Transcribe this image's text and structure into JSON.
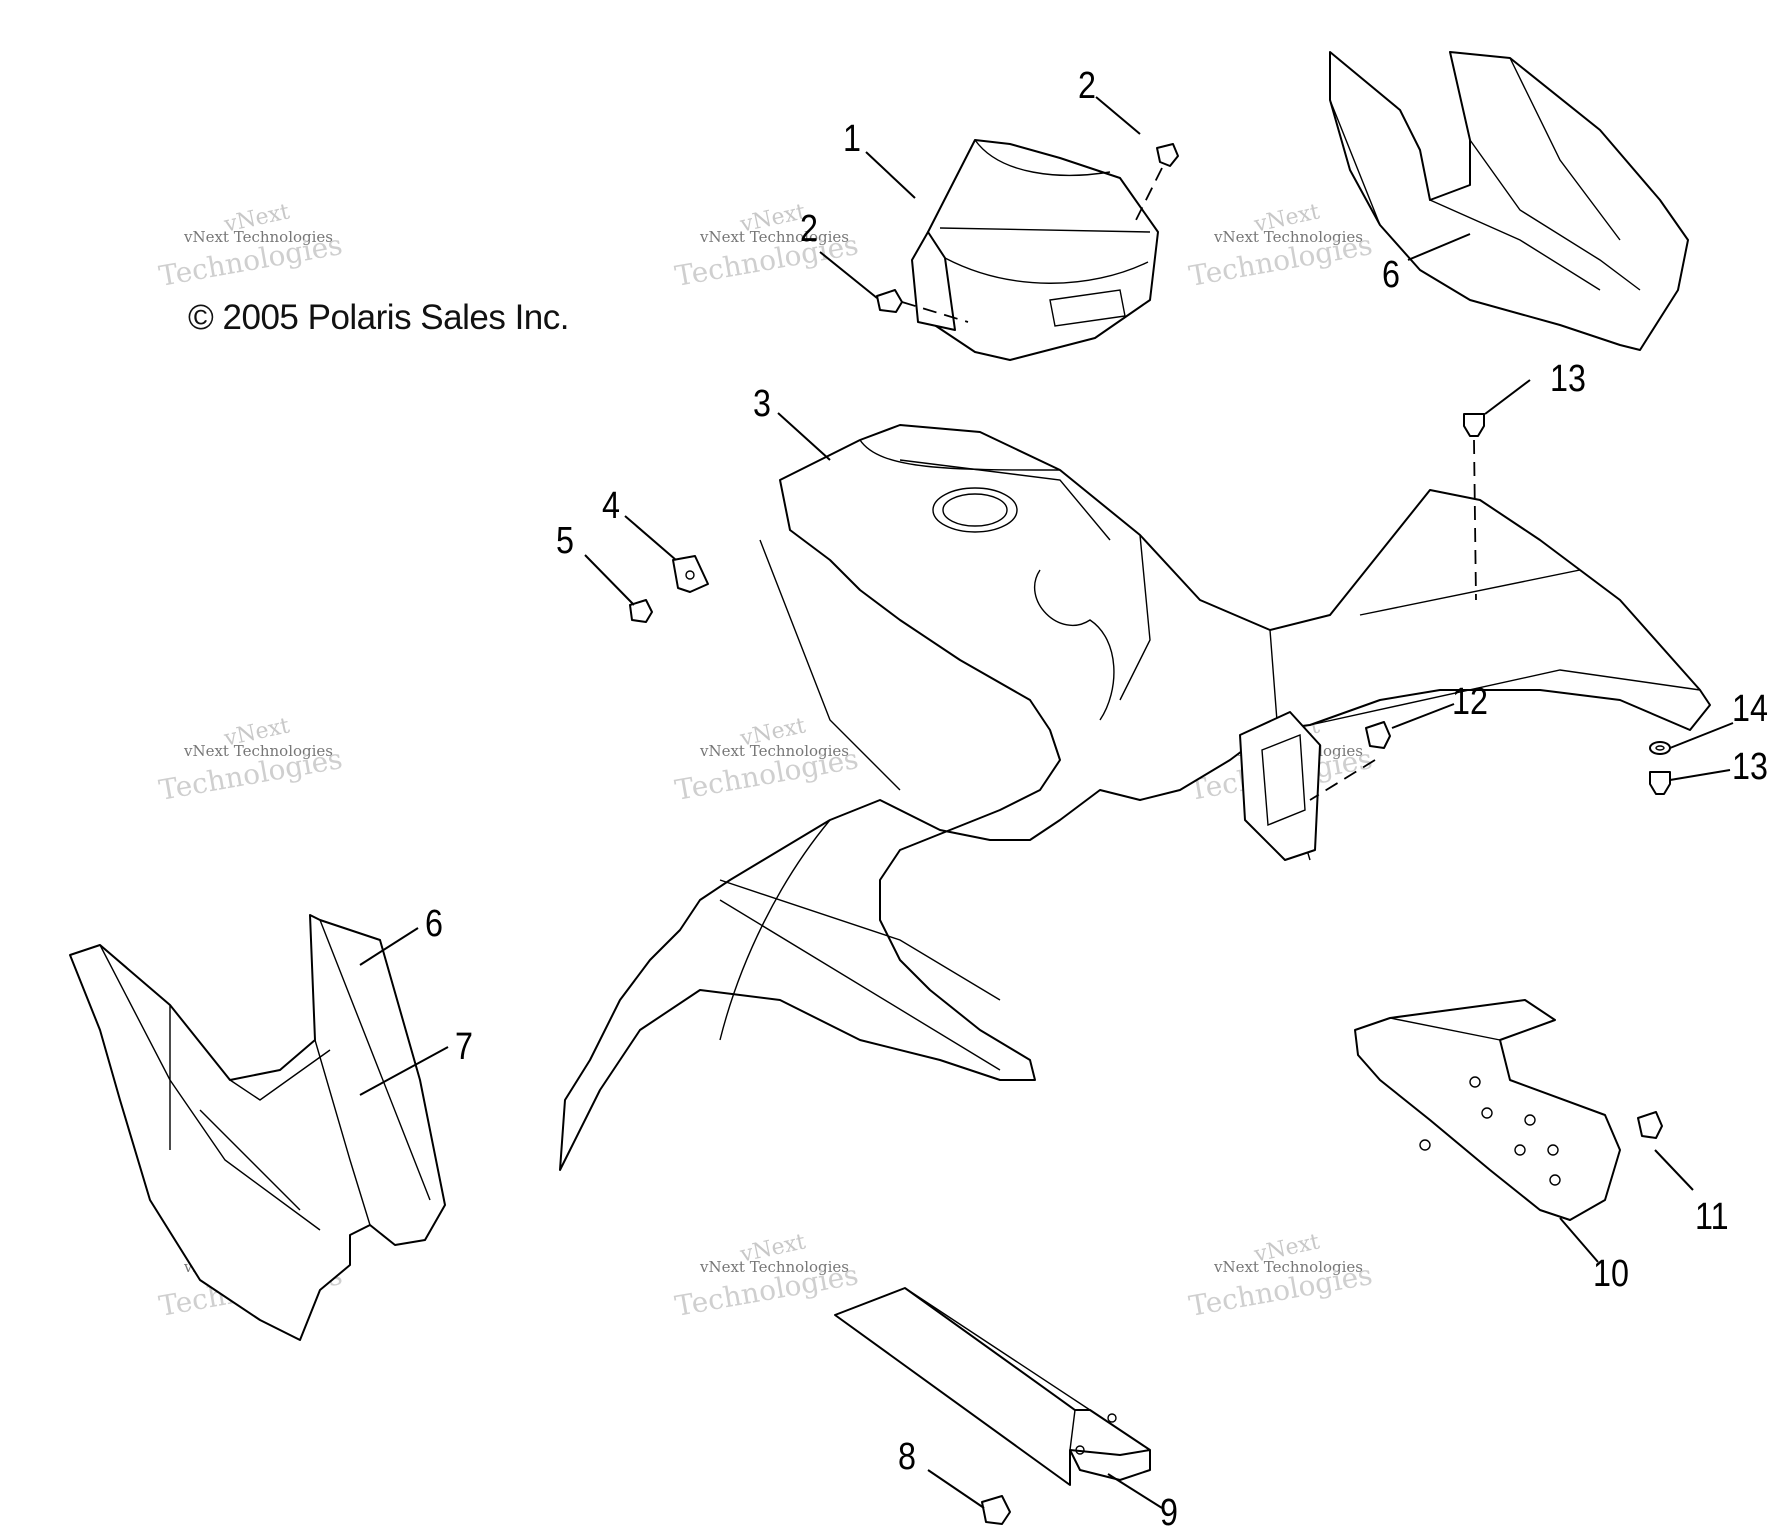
{
  "copyright": "© 2005 Polaris Sales Inc.",
  "watermark": {
    "line1": "vNext",
    "line2": "vNext Technologies",
    "line3": "Technologies"
  },
  "callouts": {
    "c1": "1",
    "c2a": "2",
    "c2b": "2",
    "c3": "3",
    "c4": "4",
    "c5": "5",
    "c6a": "6",
    "c6b": "6",
    "c7": "7",
    "c8": "8",
    "c9": "9",
    "c10": "10",
    "c11": "11",
    "c12": "12",
    "c13a": "13",
    "c13b": "13",
    "c14": "14"
  }
}
